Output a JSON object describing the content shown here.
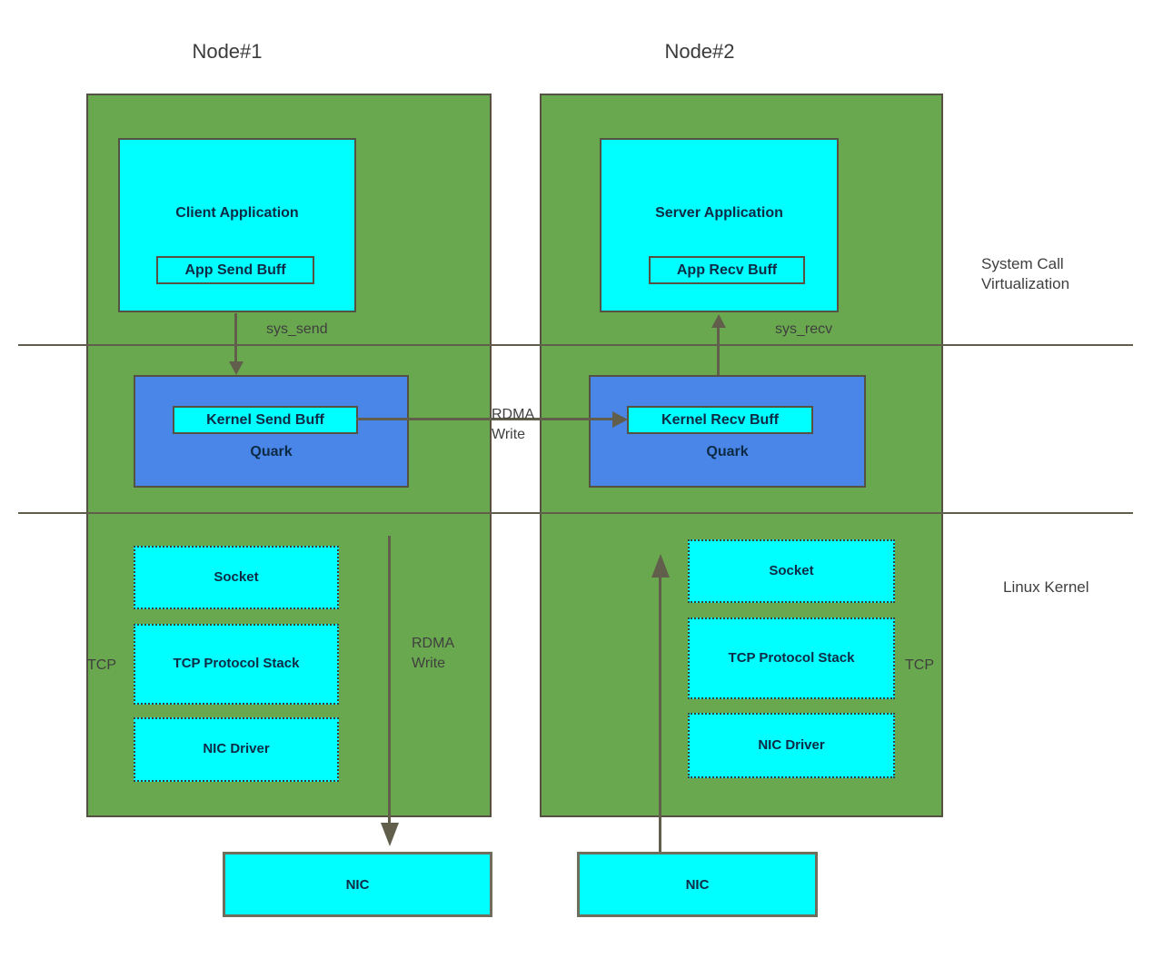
{
  "diagram": {
    "colors": {
      "node_fill": "#6aa84f",
      "quark_fill": "#4a86e8",
      "buffer_fill": "#00ffff",
      "line": "#615e4c",
      "box_border": "#555244",
      "box_text": "#0d2b45",
      "label_text": "#3f3f3f"
    },
    "nodes": [
      {
        "title": "Node#1",
        "app": {
          "label": "Client Application",
          "buffer": "App Send Buff"
        },
        "syscall_label": "sys_send",
        "quark": {
          "label": "Quark",
          "buffer": "Kernel Send Buff"
        },
        "kernel_boxes": [
          "Socket",
          "TCP Protocol Stack",
          "NIC Driver"
        ],
        "tcp_label": "TCP",
        "nic_label": "NIC"
      },
      {
        "title": "Node#2",
        "app": {
          "label": "Server Application",
          "buffer": "App Recv Buff"
        },
        "syscall_label": "sys_recv",
        "quark": {
          "label": "Quark",
          "buffer": "Kernel Recv Buff"
        },
        "kernel_boxes": [
          "Socket",
          "TCP Protocol Stack",
          "NIC Driver"
        ],
        "tcp_label": "TCP",
        "nic_label": "NIC"
      }
    ],
    "labels": {
      "rdma_write_center": "RDMA\nWrite",
      "rdma_write_node1": "RDMA\nWrite",
      "system_call_virtualization": "System Call\nVirtualization",
      "linux_kernel": "Linux Kernel"
    }
  }
}
